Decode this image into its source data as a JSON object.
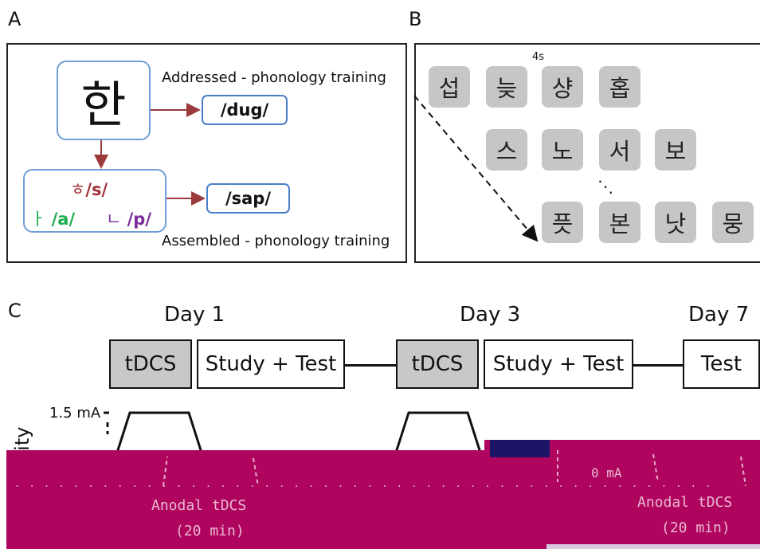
{
  "panel_a": {
    "letter": "A",
    "syllable": "한",
    "addressed_caption": "Addressed - phonology training",
    "result_top": "/dug/",
    "jamo": [
      {
        "glyph": "ㅎ",
        "phoneme": "/s/",
        "color": "#a0303a"
      },
      {
        "glyph": "ㅏ",
        "phoneme": "/a/",
        "color": "#1fae4f"
      },
      {
        "glyph": "ㄴ",
        "phoneme": "/p/",
        "color": "#7b2a9a"
      }
    ],
    "result_bottom": "/sap/",
    "assembled_caption": "Assembled - phonology training",
    "arrow_color": "#9b3a3a"
  },
  "panel_b": {
    "letter": "B",
    "duration_label": "4s",
    "row1": [
      "섭",
      "늦",
      "샹",
      "홉"
    ],
    "row2": [
      "스",
      "노",
      "서",
      "보"
    ],
    "ellipsis": "⋱",
    "row3": [
      "픗",
      "본",
      "낫",
      "뭉"
    ]
  },
  "panel_c": {
    "letter": "C",
    "days": [
      "Day 1",
      "Day 3",
      "Day 7"
    ],
    "box_tdcs": "tDCS",
    "box_study": "Study + Test",
    "box_test": "Test",
    "y_axis_label": "Intensity",
    "current_label": "1.5 mA",
    "glitch_labels": [
      "Anodal tDCS",
      "(20 min)",
      "Anodal tDCS",
      "(20 min)",
      "0 mA"
    ]
  }
}
